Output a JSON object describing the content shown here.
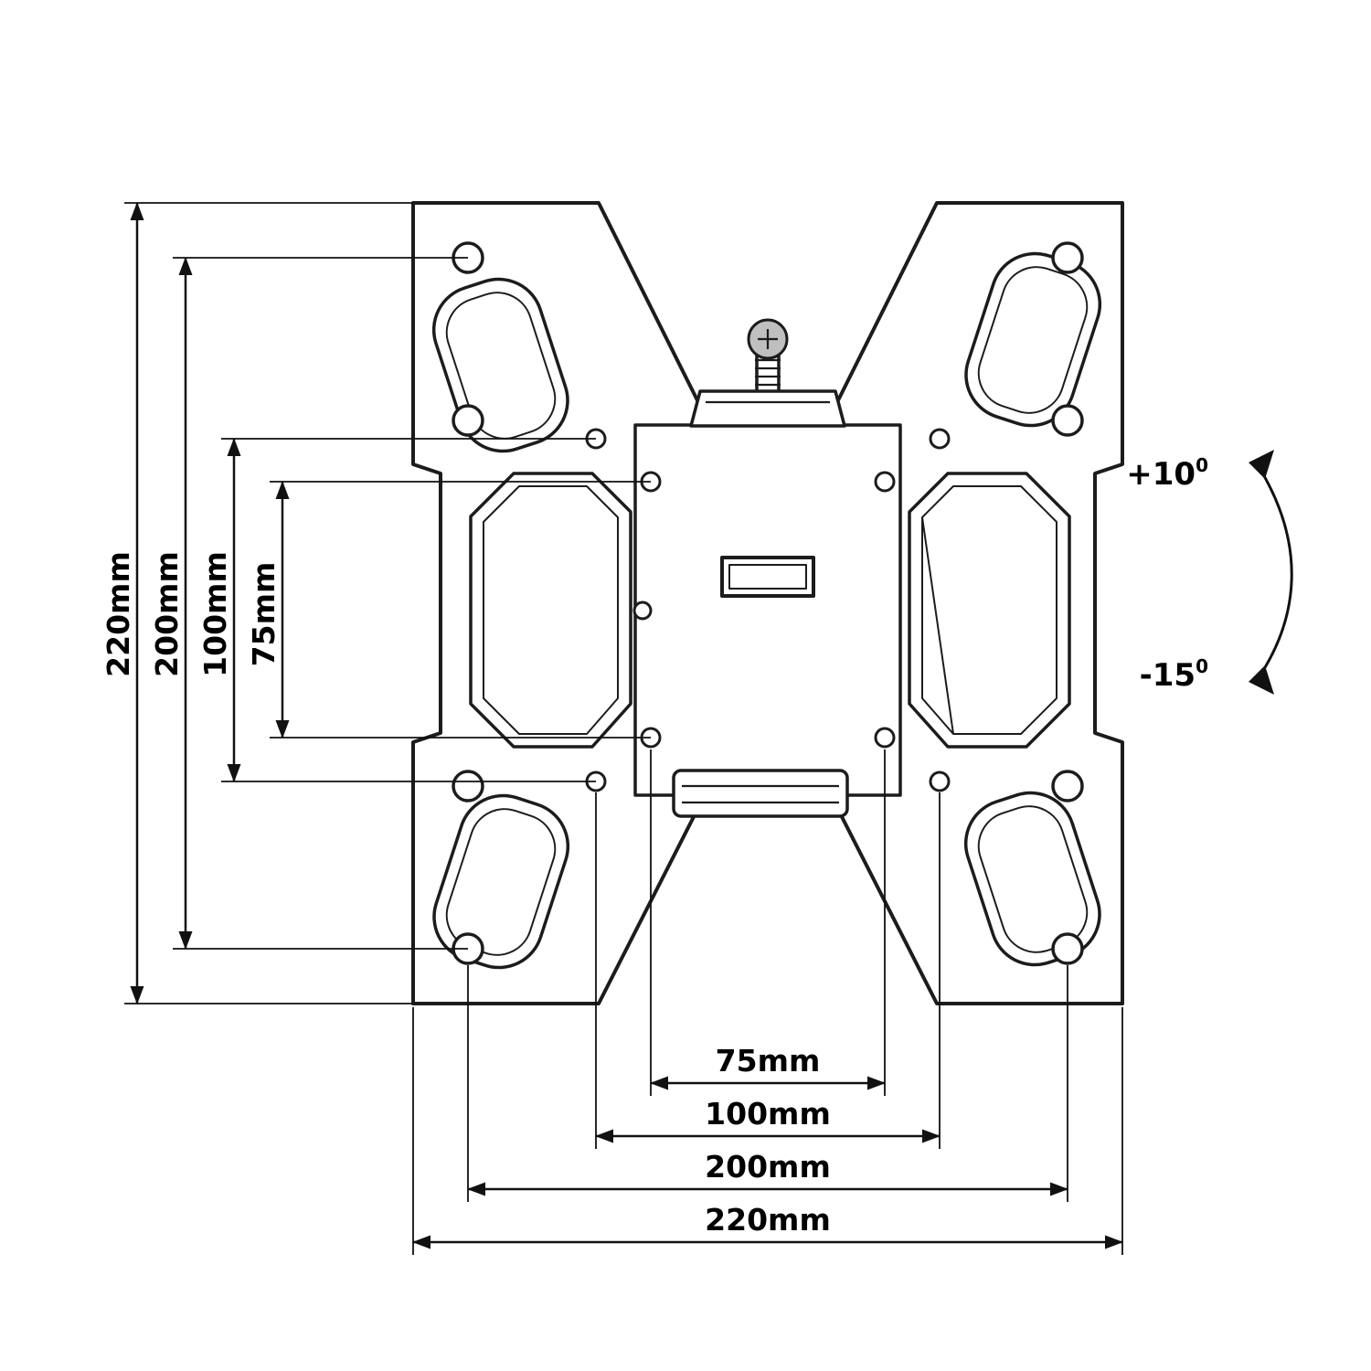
{
  "dimensions": {
    "vertical": [
      {
        "label": "220mm",
        "value_mm": 220
      },
      {
        "label": "200mm",
        "value_mm": 200
      },
      {
        "label": "100mm",
        "value_mm": 100
      },
      {
        "label": "75mm",
        "value_mm": 75
      }
    ],
    "horizontal": [
      {
        "label": "75mm",
        "value_mm": 75
      },
      {
        "label": "100mm",
        "value_mm": 100
      },
      {
        "label": "200mm",
        "value_mm": 200
      },
      {
        "label": "220mm",
        "value_mm": 220
      }
    ]
  },
  "tilt": {
    "up_value": "+10",
    "up_exp": "0",
    "down_value": "-15",
    "down_exp": "0",
    "up_degrees": 10,
    "down_degrees": -15
  },
  "colors": {
    "line": "#1c1c1c",
    "text": "#000000",
    "background": "#ffffff"
  }
}
